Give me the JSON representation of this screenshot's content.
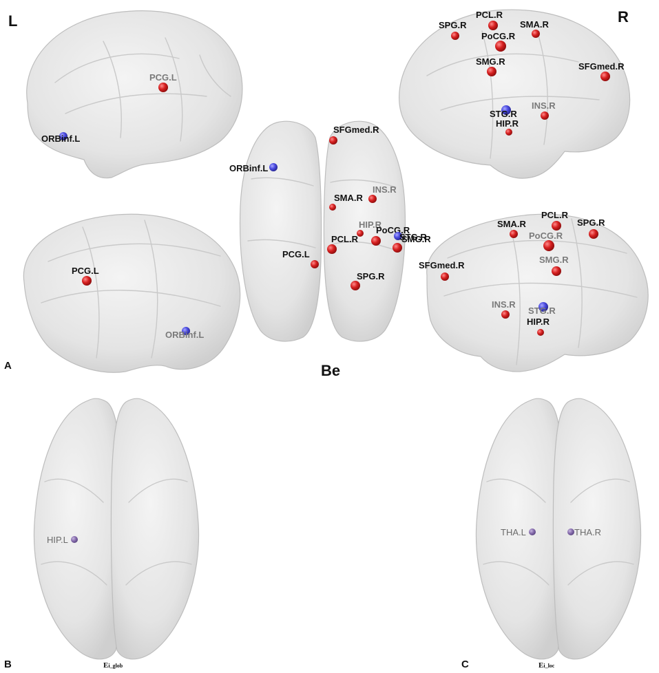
{
  "hemisphere_labels": {
    "left": "L",
    "right": "R"
  },
  "panel_labels": {
    "a": "A",
    "b": "B",
    "c": "C"
  },
  "center_title": "Be",
  "captions": {
    "b": {
      "main": "E",
      "sub": "i_glob"
    },
    "c": {
      "main": "E",
      "sub": "i_loc"
    }
  },
  "colors": {
    "red_node": "#d62020",
    "blue_node": "#4a4ae0",
    "purple_node": "#8a70b0",
    "brain_surface": "#e6e6e6"
  },
  "views": [
    {
      "id": "left-lateral",
      "nodes": [
        {
          "label": "PCG.L",
          "color": "red",
          "style": "gray"
        },
        {
          "label": "ORBinf.L",
          "color": "blue",
          "style": "dark"
        }
      ]
    },
    {
      "id": "left-medial",
      "nodes": [
        {
          "label": "PCG.L",
          "color": "red",
          "style": "dark"
        },
        {
          "label": "ORBinf.L",
          "color": "blue",
          "style": "gray"
        }
      ]
    },
    {
      "id": "dorsal",
      "nodes": [
        {
          "label": "SFGmed.R",
          "color": "red",
          "style": "dark"
        },
        {
          "label": "ORBinf.L",
          "color": "blue",
          "style": "dark"
        },
        {
          "label": "INS.R",
          "color": "red",
          "style": "gray"
        },
        {
          "label": "SMA.R",
          "color": "red",
          "style": "dark"
        },
        {
          "label": "HIP.R",
          "color": "red",
          "style": "gray"
        },
        {
          "label": "PoCG.R",
          "color": "red",
          "style": "dark"
        },
        {
          "label": "STG.R",
          "color": "blue",
          "style": "dark"
        },
        {
          "label": "SMG.R",
          "color": "red",
          "style": "dark"
        },
        {
          "label": "PCL.R",
          "color": "red",
          "style": "dark"
        },
        {
          "label": "PCG.L",
          "color": "red",
          "style": "dark"
        },
        {
          "label": "SPG.R",
          "color": "red",
          "style": "dark"
        }
      ]
    },
    {
      "id": "right-lateral",
      "nodes": [
        {
          "label": "SPG.R",
          "color": "red",
          "style": "dark"
        },
        {
          "label": "PCL.R",
          "color": "red",
          "style": "dark"
        },
        {
          "label": "SMA.R",
          "color": "red",
          "style": "dark"
        },
        {
          "label": "PoCG.R",
          "color": "red",
          "style": "dark"
        },
        {
          "label": "SMG.R",
          "color": "red",
          "style": "dark"
        },
        {
          "label": "SFGmed.R",
          "color": "red",
          "style": "dark"
        },
        {
          "label": "STG.R",
          "color": "blue",
          "style": "dark"
        },
        {
          "label": "INS.R",
          "color": "red",
          "style": "gray"
        },
        {
          "label": "HIP.R",
          "color": "red",
          "style": "dark"
        }
      ]
    },
    {
      "id": "right-medial",
      "nodes": [
        {
          "label": "PCL.R",
          "color": "red",
          "style": "dark"
        },
        {
          "label": "SMA.R",
          "color": "red",
          "style": "dark"
        },
        {
          "label": "SPG.R",
          "color": "red",
          "style": "dark"
        },
        {
          "label": "PoCG.R",
          "color": "red",
          "style": "gray"
        },
        {
          "label": "SMG.R",
          "color": "red",
          "style": "gray"
        },
        {
          "label": "SFGmed.R",
          "color": "red",
          "style": "dark"
        },
        {
          "label": "INS.R",
          "color": "red",
          "style": "gray"
        },
        {
          "label": "STG.R",
          "color": "blue",
          "style": "gray"
        },
        {
          "label": "HIP.R",
          "color": "red",
          "style": "dark"
        }
      ]
    },
    {
      "id": "axial-b",
      "nodes": [
        {
          "label": "HIP.L",
          "color": "purple",
          "style": "purple"
        }
      ]
    },
    {
      "id": "axial-c",
      "nodes": [
        {
          "label": "THA.L",
          "color": "purple",
          "style": "purple"
        },
        {
          "label": "THA.R",
          "color": "purple",
          "style": "purple"
        }
      ]
    }
  ]
}
